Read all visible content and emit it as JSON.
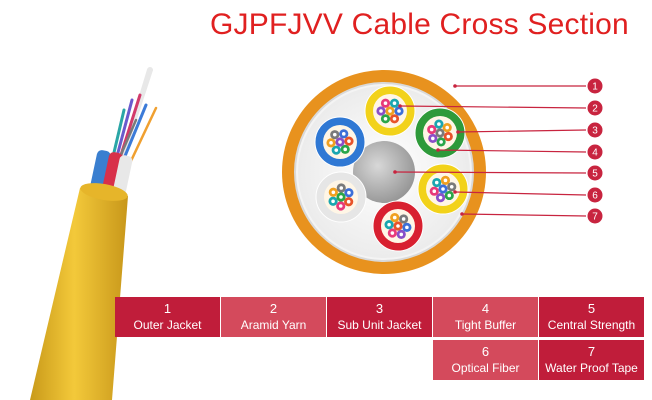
{
  "title": "GJPFJVV Cable Cross Section",
  "colors": {
    "title": "#e02020",
    "outer_jacket": "#e8921e",
    "legend_dark": "#c01d3a",
    "legend_light": "#d44a5c",
    "marker": "#c8243f"
  },
  "callouts": [
    "1",
    "2",
    "3",
    "4",
    "5",
    "6",
    "7"
  ],
  "legend": [
    {
      "num": "1",
      "label": "Outer Jacket"
    },
    {
      "num": "2",
      "label": "Aramid Yarn"
    },
    {
      "num": "3",
      "label": "Sub Unit Jacket"
    },
    {
      "num": "4",
      "label": "Tight Buffer"
    },
    {
      "num": "5",
      "label": "Central Strength"
    },
    {
      "num": "6",
      "label": "Optical Fiber"
    },
    {
      "num": "7",
      "label": "Water Proof Tape"
    }
  ]
}
